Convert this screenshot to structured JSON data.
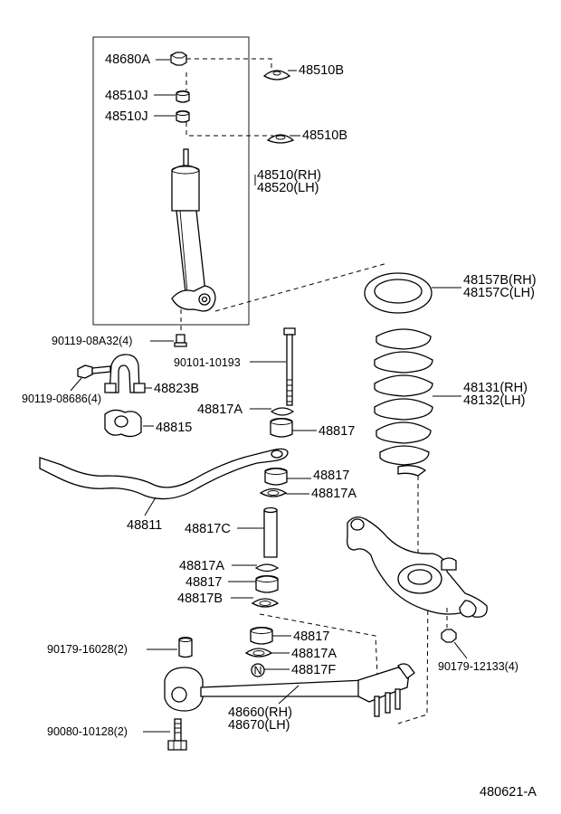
{
  "labels": {
    "l48680A": "48680A",
    "l48510B_top": "48510B",
    "l48510J_1": "48510J",
    "l48510J_2": "48510J",
    "l48510B_mid": "48510B",
    "l48510RH": "48510(RH)",
    "l48520LH": "48520(LH)",
    "l48157B": "48157B(RH)",
    "l48157C": "48157C(LH)",
    "l90119_08A32": "90119-08A32(4)",
    "l90101_10193": "90101-10193",
    "l90119_08686": "90119-08686(4)",
    "l48823B": "48823B",
    "l48131": "48131(RH)",
    "l48132": "48132(LH)",
    "l48817A_1": "48817A",
    "l48815": "48815",
    "l48817_1": "48817",
    "l48817_2": "48817",
    "l48817A_2": "48817A",
    "l48811": "48811",
    "l48817C": "48817C",
    "l48817A_3": "48817A",
    "l48817_3": "48817",
    "l48817B": "48817B",
    "l48817_4": "48817",
    "l90179_16028": "90179-16028(2)",
    "l48817A_4": "48817A",
    "l48817F": "48817F",
    "l90179_12133": "90179-12133(4)",
    "l48660": "48660(RH)",
    "l48670": "48670(LH)",
    "l90080_10128": "90080-10128(2)",
    "nut_mark": "N",
    "diagram_id": "480621-A"
  }
}
